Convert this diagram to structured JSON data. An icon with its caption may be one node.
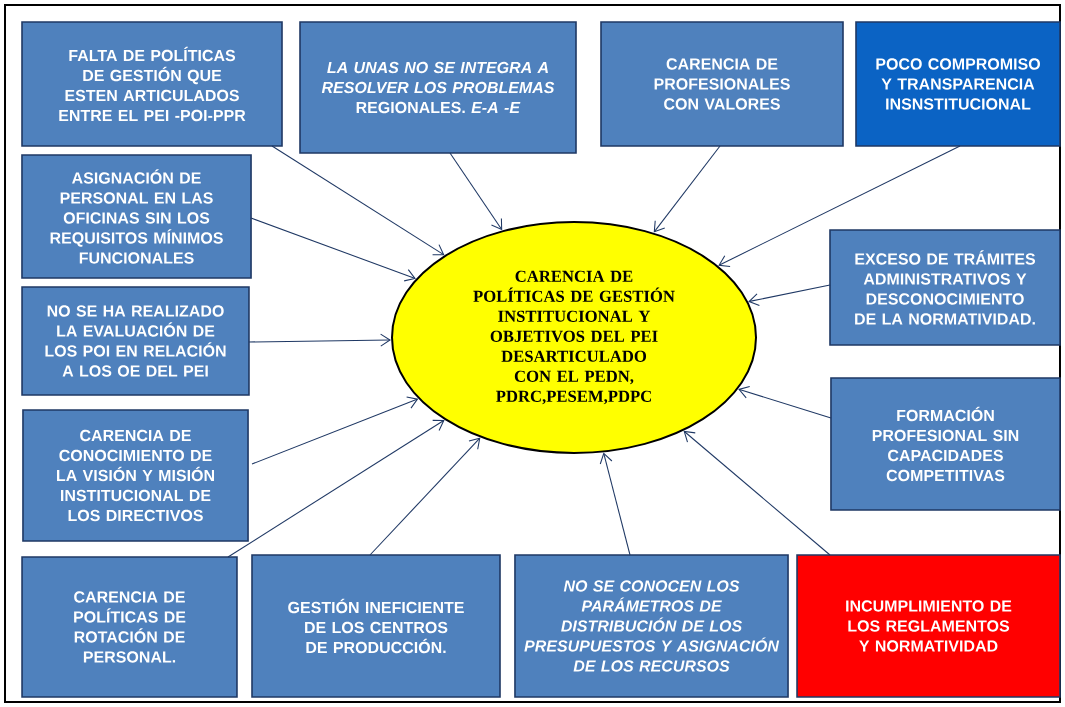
{
  "diagram": {
    "nodes": [
      {
        "text": [
          "FALTA DE POLÍTICAS DE GESTIÓN QUE ESTEN ARTICULADOS ENTRE EL PEI -POI-PPR"
        ]
      },
      {
        "text": [
          "*LA UNAS NO SE INTEGRA A RESOLVER LOS PROBLEMAS* REGIONALES. *E-A -E*"
        ]
      },
      {
        "text": [
          "CARENCIA DE PROFESIONALES CON VALORES"
        ]
      },
      {
        "text": [
          "POCO COMPROMISO Y TRANSPARENCIA INSNSTITUCIONAL"
        ]
      },
      {
        "text": [
          "ASIGNACIÓN DE PERSONAL EN LAS OFICINAS SIN LOS REQUISITOS MÍNIMOS FUNCIONALES"
        ]
      },
      {
        "text": [
          "EXCESO DE TRÁMITES ADMINISTRATIVOS Y DESCONOCIMIENTO DE LA NORMATIVIDAD."
        ]
      },
      {
        "text": [
          "NO SE HA REALIZADO LA EVALUACIÓN DE LOS POI EN RELACIÓN A LOS OE DEL PEI"
        ]
      },
      {
        "text": [
          "CARENCIA DE POLÍTICAS DE GESTIÓN INSTITUCIONAL Y OBJETIVOS DEL PEI DESARTICULADO CON EL PEDN, PDRC,PESEM,PDPC"
        ]
      },
      {
        "text": [
          "FORMACIÓN PROFESIONAL SIN CAPACIDADES COMPETITIVAS"
        ]
      },
      {
        "text": [
          "CARENCIA DE CONOCIMIENTO DE LA VISIÓN Y MISIÓN INSTITUCIONAL DE LOS DIRECTIVOS"
        ]
      },
      {
        "text": [
          "CARENCIA DE POLÍTICAS DE ROTACIÓN DE PERSONAL."
        ]
      },
      {
        "text": [
          "GESTIÓN INEFICIENTE DE LOS CENTROS DE PRODUCCIÓN."
        ]
      },
      {
        "text": [
          "*NO SE CONOCEN LOS PARÁMETROS DE DISTRIBUCIÓN DE LOS PRESUPUESTOS Y ASIGNACIÓN DE LOS RECURSOS*"
        ]
      },
      {
        "text": [
          "INCUMPLIMIENTO DE LOS REGLAMENTOS Y NORMATIVIDAD"
        ]
      }
    ],
    "edges": [
      {
        "from": 0,
        "to": 7,
        "arrow": "to"
      },
      {
        "from": 1,
        "to": 7,
        "arrow": "to"
      },
      {
        "from": 2,
        "to": 7,
        "arrow": "to"
      },
      {
        "from": 3,
        "to": 7,
        "arrow": "to"
      },
      {
        "from": 4,
        "to": 7,
        "arrow": "to"
      },
      {
        "from": 5,
        "to": 7,
        "arrow": "to"
      },
      {
        "from": 6,
        "to": 7,
        "arrow": "to"
      },
      {
        "from": 8,
        "to": 7,
        "arrow": "to"
      },
      {
        "from": 9,
        "to": 7,
        "arrow": "to"
      },
      {
        "from": 10,
        "to": 7,
        "arrow": "to"
      },
      {
        "from": 11,
        "to": 7,
        "arrow": "to"
      },
      {
        "from": 12,
        "to": 7,
        "arrow": "to"
      },
      {
        "from": 13,
        "to": 7,
        "arrow": "to"
      }
    ]
  }
}
